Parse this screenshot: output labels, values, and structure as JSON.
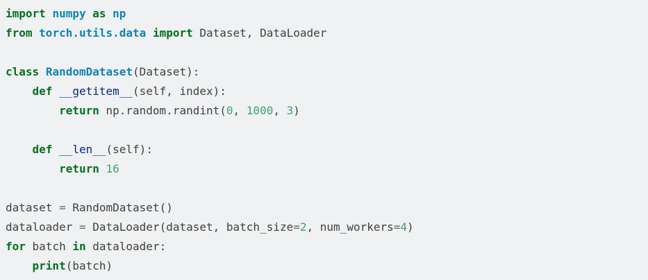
{
  "code_block": {
    "language": "python",
    "background_color": "#f0f1f2",
    "colors": {
      "plain": "#404040",
      "keyword": "#007020",
      "namespace": "#0e84b5",
      "class": "#0e84b5",
      "function": "#06287e",
      "builtin": "#007020",
      "number": "#40a070",
      "operator": "#666666"
    },
    "plain_text": "import numpy as np\nfrom torch.utils.data import Dataset, DataLoader\n\nclass RandomDataset(Dataset):\n    def __getitem__(self, index):\n        return np.random.randint(0, 1000, 3)\n\n    def __len__(self):\n        return 16\n\ndataset = RandomDataset()\ndataloader = DataLoader(dataset, batch_size=2, num_workers=4)\nfor batch in dataloader:\n    print(batch)",
    "lines": [
      [
        {
          "t": "import",
          "c": "keyword"
        },
        {
          "t": " ",
          "c": "plain"
        },
        {
          "t": "numpy",
          "c": "namespace"
        },
        {
          "t": " ",
          "c": "plain"
        },
        {
          "t": "as",
          "c": "keyword"
        },
        {
          "t": " ",
          "c": "plain"
        },
        {
          "t": "np",
          "c": "namespace"
        }
      ],
      [
        {
          "t": "from",
          "c": "keyword"
        },
        {
          "t": " ",
          "c": "plain"
        },
        {
          "t": "torch.utils.data",
          "c": "namespace"
        },
        {
          "t": " ",
          "c": "plain"
        },
        {
          "t": "import",
          "c": "keyword"
        },
        {
          "t": " Dataset, DataLoader",
          "c": "plain"
        }
      ],
      [],
      [
        {
          "t": "class",
          "c": "keyword"
        },
        {
          "t": " ",
          "c": "plain"
        },
        {
          "t": "RandomDataset",
          "c": "class"
        },
        {
          "t": "(Dataset):",
          "c": "plain"
        }
      ],
      [
        {
          "t": "    ",
          "c": "plain"
        },
        {
          "t": "def",
          "c": "keyword"
        },
        {
          "t": " ",
          "c": "plain"
        },
        {
          "t": "__getitem__",
          "c": "function"
        },
        {
          "t": "(self, index):",
          "c": "plain"
        }
      ],
      [
        {
          "t": "        ",
          "c": "plain"
        },
        {
          "t": "return",
          "c": "keyword"
        },
        {
          "t": " np.random.randint(",
          "c": "plain"
        },
        {
          "t": "0",
          "c": "number"
        },
        {
          "t": ", ",
          "c": "plain"
        },
        {
          "t": "1000",
          "c": "number"
        },
        {
          "t": ", ",
          "c": "plain"
        },
        {
          "t": "3",
          "c": "number"
        },
        {
          "t": ")",
          "c": "plain"
        }
      ],
      [],
      [
        {
          "t": "    ",
          "c": "plain"
        },
        {
          "t": "def",
          "c": "keyword"
        },
        {
          "t": " ",
          "c": "plain"
        },
        {
          "t": "__len__",
          "c": "function"
        },
        {
          "t": "(self):",
          "c": "plain"
        }
      ],
      [
        {
          "t": "        ",
          "c": "plain"
        },
        {
          "t": "return",
          "c": "keyword"
        },
        {
          "t": " ",
          "c": "plain"
        },
        {
          "t": "16",
          "c": "number"
        }
      ],
      [],
      [
        {
          "t": "dataset ",
          "c": "plain"
        },
        {
          "t": "=",
          "c": "operator"
        },
        {
          "t": " RandomDataset()",
          "c": "plain"
        }
      ],
      [
        {
          "t": "dataloader ",
          "c": "plain"
        },
        {
          "t": "=",
          "c": "operator"
        },
        {
          "t": " DataLoader(dataset, batch_size",
          "c": "plain"
        },
        {
          "t": "=",
          "c": "operator"
        },
        {
          "t": "2",
          "c": "number"
        },
        {
          "t": ", num_workers",
          "c": "plain"
        },
        {
          "t": "=",
          "c": "operator"
        },
        {
          "t": "4",
          "c": "number"
        },
        {
          "t": ")",
          "c": "plain"
        }
      ],
      [
        {
          "t": "for",
          "c": "keyword"
        },
        {
          "t": " batch ",
          "c": "plain"
        },
        {
          "t": "in",
          "c": "keyword"
        },
        {
          "t": " dataloader:",
          "c": "plain"
        }
      ],
      [
        {
          "t": "    ",
          "c": "plain"
        },
        {
          "t": "print",
          "c": "builtin"
        },
        {
          "t": "(batch)",
          "c": "plain"
        }
      ]
    ]
  }
}
